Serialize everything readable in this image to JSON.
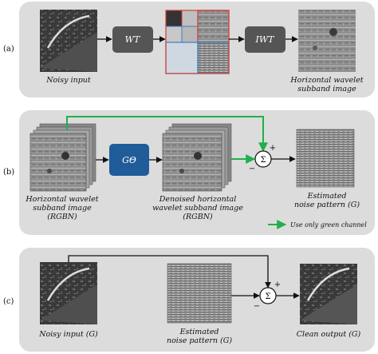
{
  "panels": {
    "a": {
      "tag": "(a)",
      "noisy_input": "Noisy input",
      "wt": "WT",
      "iwt": "IWT",
      "subband_line1": "Horizontal wavelet",
      "subband_line2": "subband image"
    },
    "b": {
      "tag": "(b)",
      "g_theta": "GΘ",
      "input_line1": "Horizontal wavelet",
      "input_line2": "subband image",
      "input_line3": "(RGBN)",
      "denoised_line1": "Denoised horizontal",
      "denoised_line2": "wavelet subband image",
      "denoised_line3": "(RGBN)",
      "noise_line1": "Estimated",
      "noise_line2": "noise pattern (G)",
      "sum_symbol": "Σ",
      "plus": "+",
      "minus": "−",
      "legend": "Use only green channel"
    },
    "c": {
      "tag": "(c)",
      "noisy_input": "Noisy input (G)",
      "noise_line1": "Estimated",
      "noise_line2": "noise pattern (G)",
      "clean_output": "Clean output (G)",
      "sum_symbol": "Σ",
      "plus": "+",
      "minus": "−"
    }
  },
  "colors": {
    "panel_bg": "#dcdcdc",
    "op_box": "#555555",
    "g_box": "#1f5c99",
    "green_arrow": "#1fb14a",
    "wavelet_blue": "#3b7dc4",
    "wavelet_red": "#d23b3b"
  }
}
